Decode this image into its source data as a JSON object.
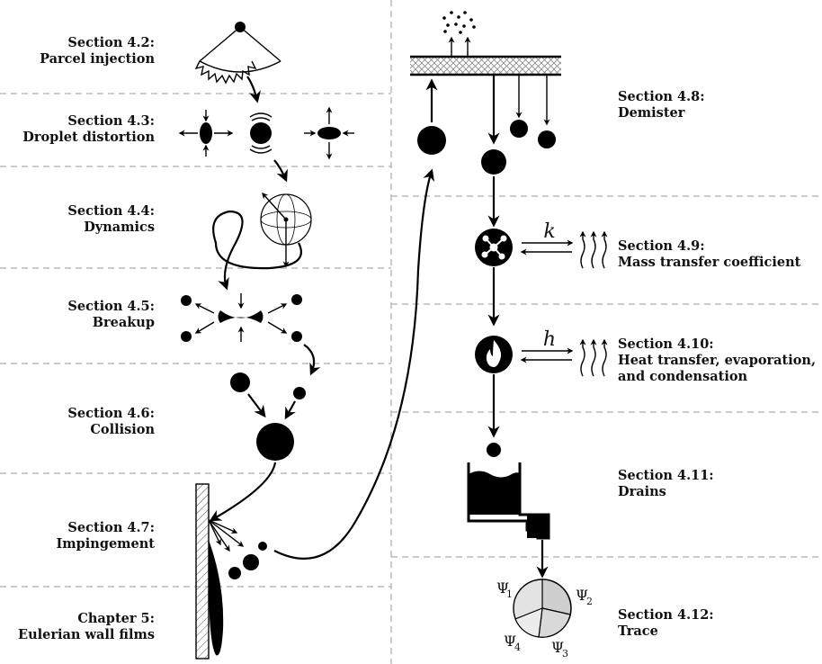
{
  "sections": {
    "s42": {
      "line1": "Section 4.2:",
      "line2": "Parcel injection"
    },
    "s43": {
      "line1": "Section 4.3:",
      "line2": "Droplet distortion"
    },
    "s44": {
      "line1": "Section 4.4:",
      "line2": "Dynamics"
    },
    "s45": {
      "line1": "Section 4.5:",
      "line2": "Breakup"
    },
    "s46": {
      "line1": "Section 4.6:",
      "line2": "Collision"
    },
    "s47": {
      "line1": "Section 4.7:",
      "line2": "Impingement"
    },
    "ch5": {
      "line1": "Chapter 5:",
      "line2": "Eulerian wall films"
    },
    "s48": {
      "line1": "Section 4.8:",
      "line2": "Demister"
    },
    "s49": {
      "line1": "Section 4.9:",
      "line2": "Mass transfer coefficient"
    },
    "s410": {
      "line1": "Section 4.10:",
      "line2": "Heat transfer, evaporation,",
      "line3": "and condensation"
    },
    "s411": {
      "line1": "Section 4.11:",
      "line2": "Drains"
    },
    "s412": {
      "line1": "Section 4.12:",
      "line2": "Trace"
    }
  },
  "symbols": {
    "k": "k",
    "h": "h"
  },
  "trace": {
    "psi": "Ψ",
    "subs": [
      "1",
      "2",
      "3",
      "4"
    ]
  },
  "icons": [
    "parcel-injection-icon",
    "droplet-distortion-icon",
    "dynamics-sphere-icon",
    "breakup-icon",
    "collision-icon",
    "impingement-wall-icon",
    "wall-film-icon",
    "demister-mesh-icon",
    "mass-transfer-icon",
    "heat-transfer-flame-icon",
    "drain-tank-icon",
    "trace-pie-icon"
  ]
}
